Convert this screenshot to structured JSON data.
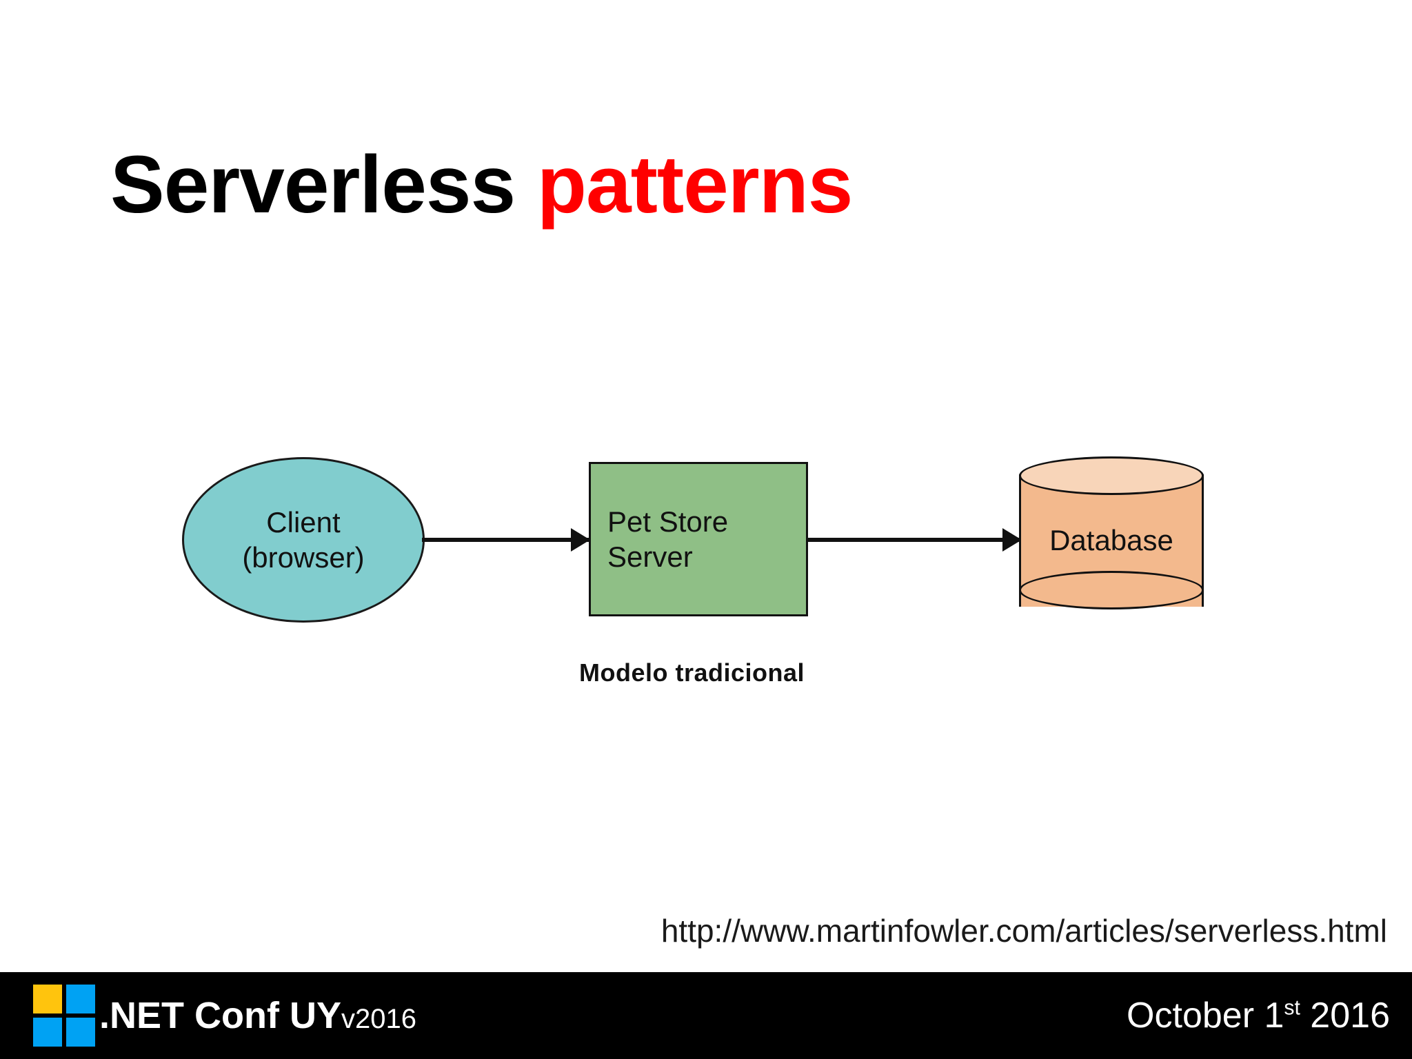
{
  "slide": {
    "title": {
      "main": "Serverless ",
      "accent": "patterns",
      "accent_color": "#FF0000",
      "main_color": "#000000"
    },
    "diagram": {
      "caption": "Modelo  tradicional",
      "nodes": [
        {
          "id": "client",
          "shape": "ellipse",
          "fill": "#81CDCE",
          "stroke": "#1a1a1a",
          "label_line1": "Client",
          "label_line2": "(browser)"
        },
        {
          "id": "pet-store-server",
          "shape": "rectangle",
          "fill": "#8FBF86",
          "stroke": "#111111",
          "label_line1": "Pet Store",
          "label_line2": "Server"
        },
        {
          "id": "database",
          "shape": "cylinder",
          "fill": "#F3B98D",
          "fill_top": "#F8D5B9",
          "stroke": "#111111",
          "label": "Database"
        }
      ],
      "edges": [
        {
          "from": "client",
          "to": "pet-store-server",
          "style": "solid-arrow"
        },
        {
          "from": "pet-store-server",
          "to": "database",
          "style": "solid-arrow"
        }
      ]
    },
    "source_url": "http://www.martinfowler.com/articles/serverless.html"
  },
  "footer": {
    "background": "#000000",
    "logo": {
      "name": "dotnet-conf-uy-logo",
      "squares": [
        "#FFC40D",
        "#00A2F3",
        "#00A2F3",
        "#00A2F3"
      ]
    },
    "brand_name": ".NET Conf UY",
    "brand_version": "v2016",
    "date_prefix": "October 1",
    "date_ordinal": "st",
    "date_year": " 2016"
  }
}
